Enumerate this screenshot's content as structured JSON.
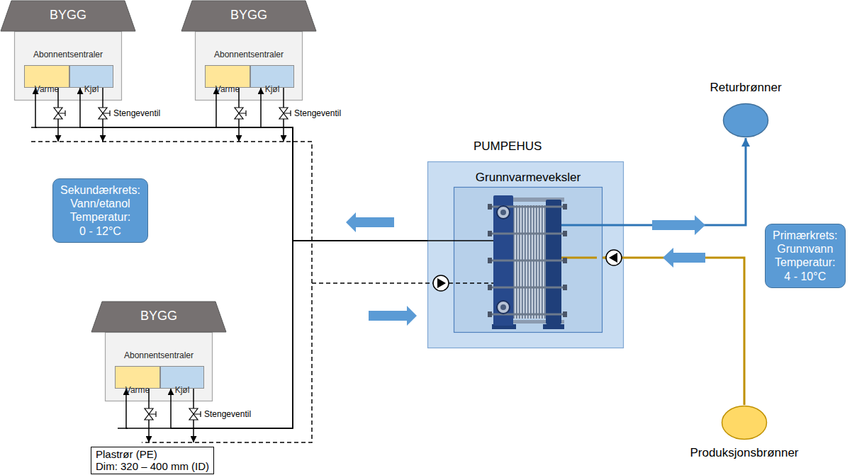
{
  "diagram": {
    "nodes": [
      {
        "text": [
          "BYGG"
        ]
      },
      {
        "text": [
          "Abonnentsentraler"
        ],
        "in": 0
      },
      {
        "text": [
          "Varme"
        ],
        "in": 1
      },
      {
        "text": [
          "Kjøl"
        ],
        "in": 1
      },
      {
        "text": [
          "BYGG"
        ]
      },
      {
        "text": [
          "Abonnentsentraler"
        ],
        "in": 4
      },
      {
        "text": [
          "Varme"
        ],
        "in": 5
      },
      {
        "text": [
          "Kjøl"
        ],
        "in": 5
      },
      {
        "text": [
          "Returbrønner"
        ]
      },
      {
        "text": [
          "Sekundærkrets:",
          "Vann/etanol",
          "Temperatur:",
          "0 - 12°C"
        ]
      },
      {
        "text": [
          "PUMPEHUS"
        ]
      },
      {
        "text": [
          "Grunnvarmeveksler"
        ],
        "in": 10
      },
      {
        "text": [
          "Primærkrets:",
          "Grunnvann",
          "Temperatur:",
          "4 - 10°C"
        ]
      },
      {
        "text": [
          "BYGG"
        ]
      },
      {
        "text": [
          "Abonnentsentraler"
        ],
        "in": 13
      },
      {
        "text": [
          "Varme"
        ],
        "in": 14
      },
      {
        "text": [
          "Kjøl"
        ],
        "in": 14
      },
      {
        "text": [
          "Produksjonsbrønner"
        ]
      },
      {
        "text": [
          "Plastrør (PE)",
          "Dim: 320 – 400 mm (ID)"
        ]
      }
    ],
    "edges": [
      {
        "from": 10,
        "to": 2,
        "arrow": "to"
      },
      {
        "from": 10,
        "to": 3,
        "arrow": "to"
      },
      {
        "from": 10,
        "to": 6,
        "arrow": "to"
      },
      {
        "from": 10,
        "to": 7,
        "arrow": "to"
      },
      {
        "from": 10,
        "to": 15,
        "arrow": "to"
      },
      {
        "from": 10,
        "to": 16,
        "arrow": "to"
      },
      {
        "from": 11,
        "to": 8,
        "arrow": "to"
      },
      {
        "from": 17,
        "to": 11,
        "arrow": "to"
      }
    ],
    "labels": [
      "Stengeventil",
      "Stengeventil",
      "Stengeventil"
    ]
  }
}
